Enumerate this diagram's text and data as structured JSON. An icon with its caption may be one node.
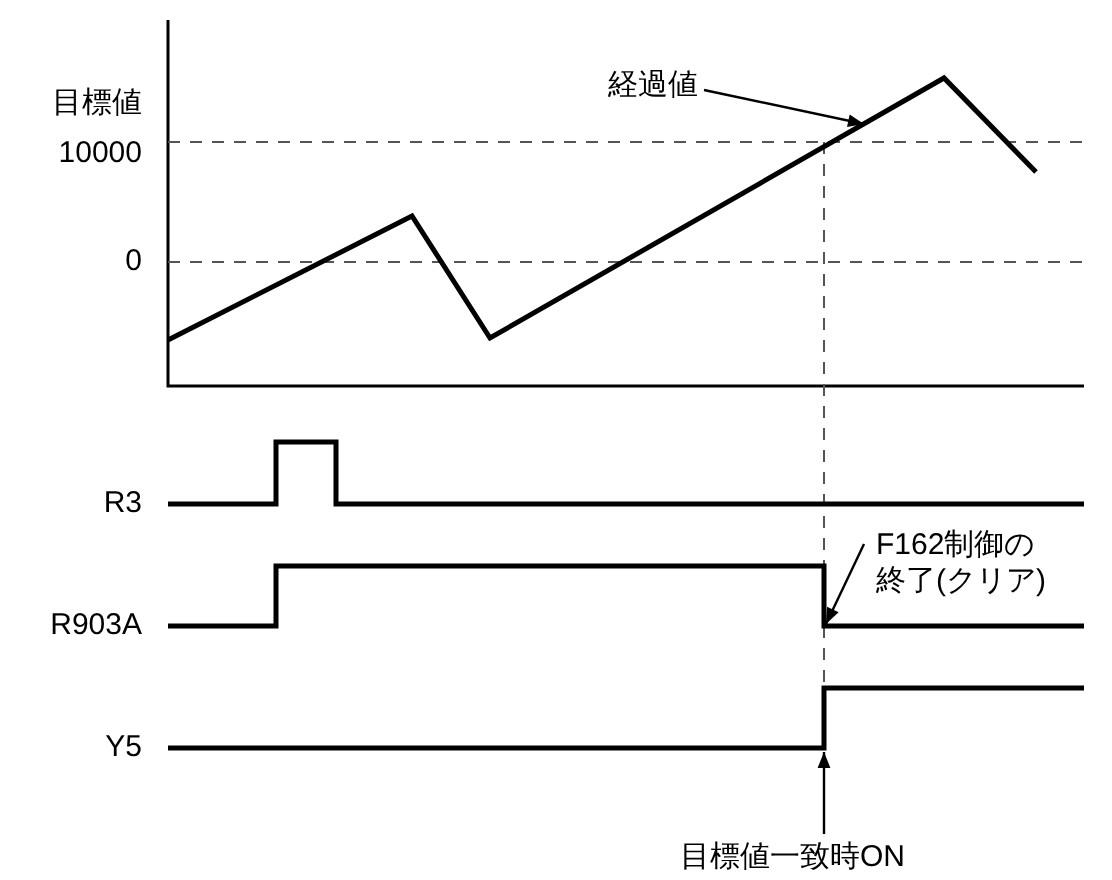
{
  "diagram": {
    "nodes": [
      {
        "text": [
          "経過値"
        ]
      },
      {
        "text": [
          "F162制御の終了(クリア)"
        ]
      },
      {
        "text": [
          "目標値一致時ON"
        ]
      }
    ],
    "edges": [
      {
        "from": 0,
        "to": null,
        "arrow": "to"
      },
      {
        "from": 1,
        "to": null,
        "arrow": "to"
      },
      {
        "from": 2,
        "to": null,
        "arrow": "to"
      }
    ],
    "labels": [
      "目標値",
      "10000",
      "0",
      "R3",
      "R903A",
      "Y5"
    ]
  }
}
